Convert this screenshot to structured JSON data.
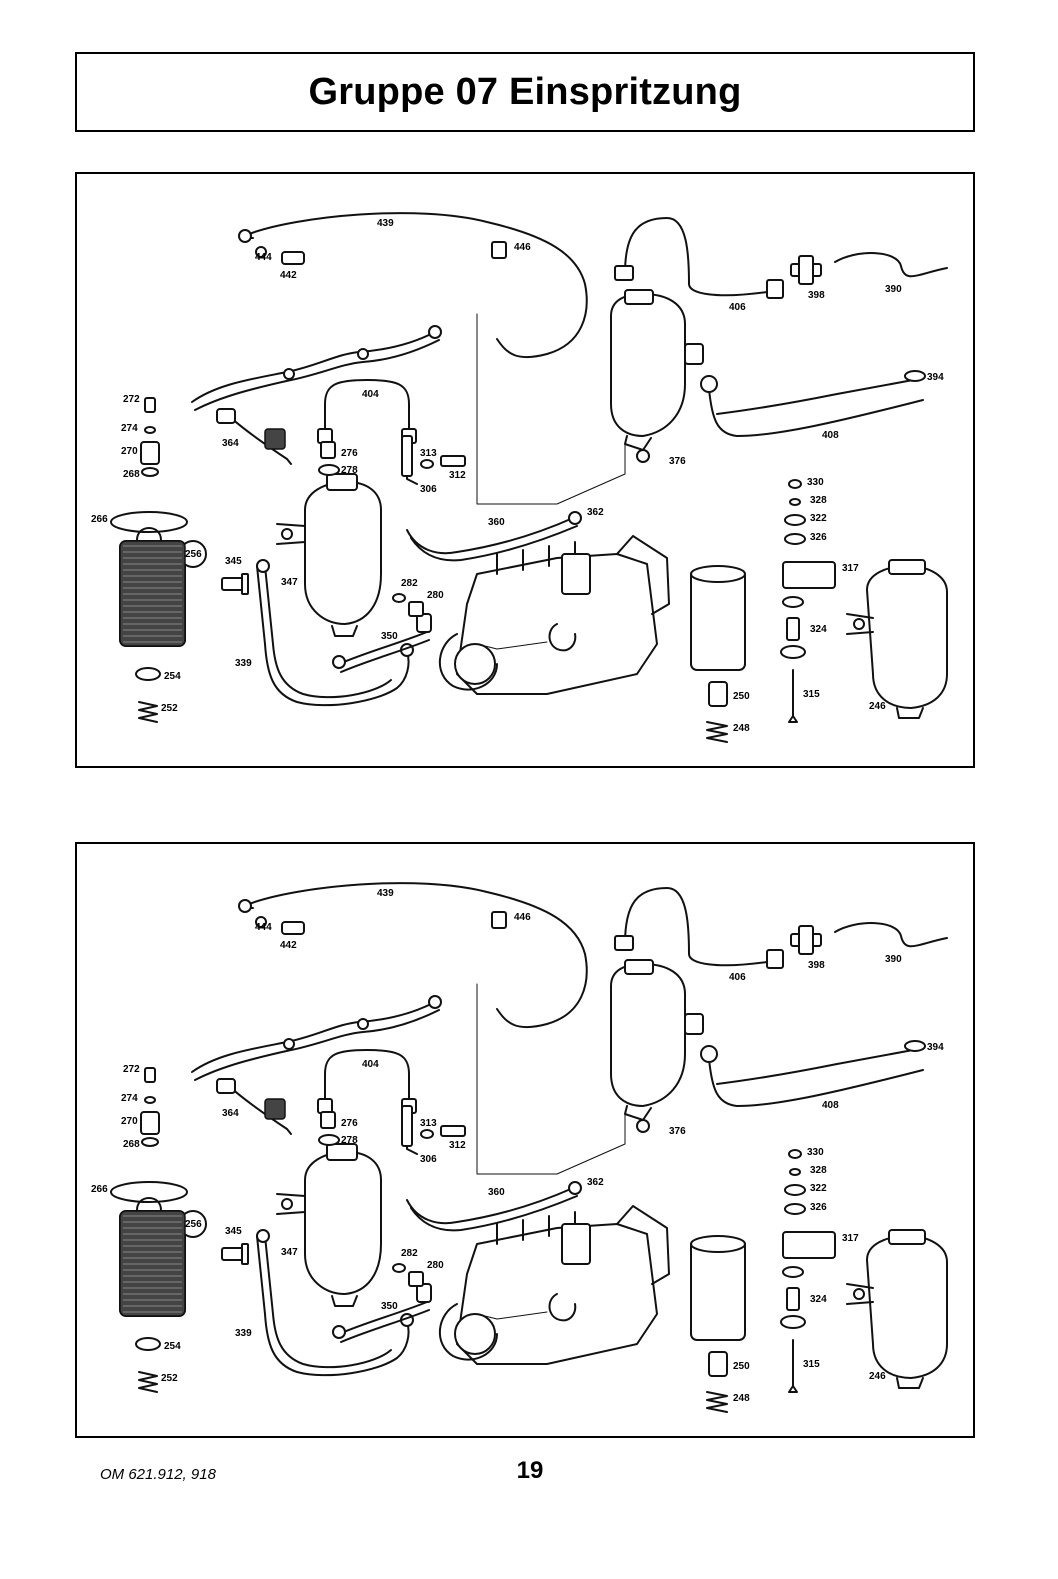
{
  "header": {
    "title": "Gruppe 07 Einspritzung"
  },
  "diagrams": [
    {
      "callouts": [
        "439",
        "444",
        "442",
        "446",
        "406",
        "398",
        "390",
        "272",
        "274",
        "270",
        "268",
        "404",
        "364",
        "276",
        "278",
        "313",
        "312",
        "306",
        "394",
        "376",
        "408",
        "330",
        "328",
        "322",
        "326",
        "266",
        "256",
        "345",
        "347",
        "360",
        "362",
        "282",
        "280",
        "350",
        "317",
        "339",
        "254",
        "252",
        "250",
        "248",
        "315",
        "324",
        "246"
      ]
    },
    {
      "callouts": [
        "439",
        "444",
        "442",
        "446",
        "406",
        "398",
        "390",
        "272",
        "274",
        "270",
        "268",
        "404",
        "364",
        "276",
        "278",
        "313",
        "312",
        "306",
        "394",
        "376",
        "408",
        "330",
        "328",
        "322",
        "326",
        "266",
        "256",
        "345",
        "347",
        "360",
        "362",
        "282",
        "280",
        "350",
        "317",
        "339",
        "254",
        "252",
        "250",
        "248",
        "315",
        "324",
        "246"
      ]
    }
  ],
  "footer": {
    "model": "OM 621.912, 918",
    "page_number": "19"
  }
}
